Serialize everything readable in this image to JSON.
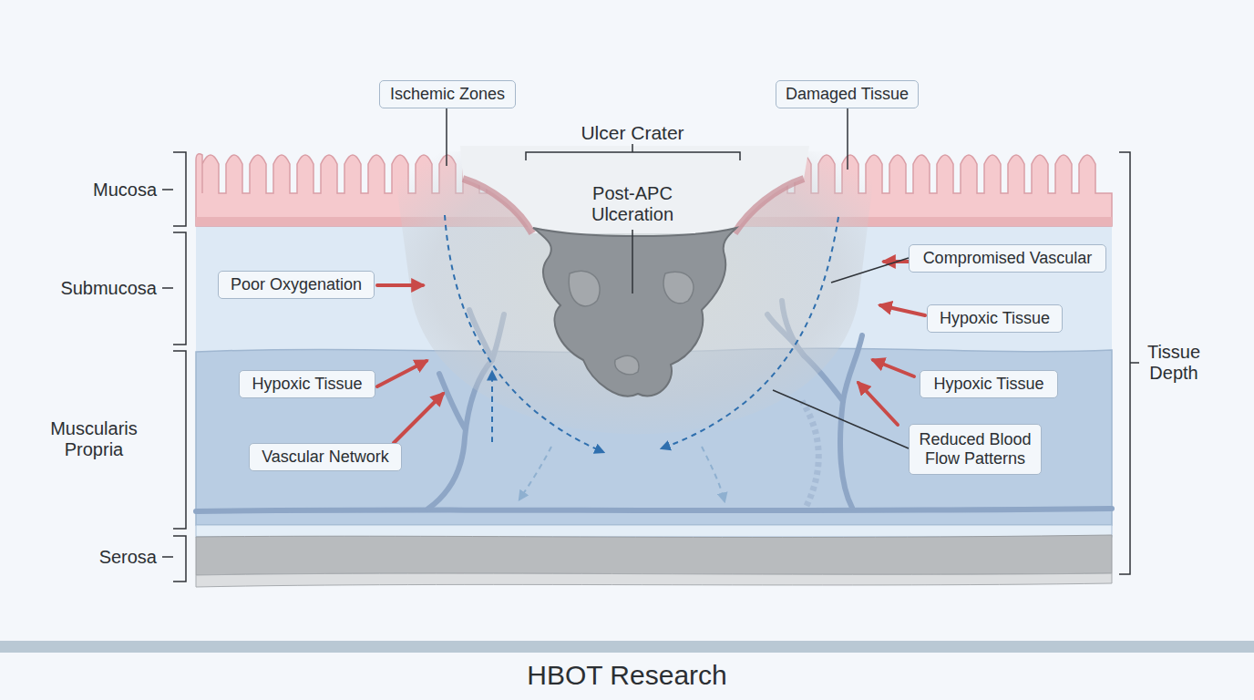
{
  "diagram": {
    "caption": "HBOT Research",
    "nodes": [
      {
        "text": [
          "Ischemic Zones"
        ]
      },
      {
        "text": [
          "Damaged Tissue"
        ]
      },
      {
        "text": [
          "Poor Oxygenation"
        ]
      },
      {
        "text": [
          "Compromised Vascular"
        ]
      },
      {
        "text": [
          "Hypoxic Tissue"
        ]
      },
      {
        "text": [
          "Hypoxic Tissue"
        ]
      },
      {
        "text": [
          "Hypoxic Tissue"
        ]
      },
      {
        "text": [
          "Vascular Network"
        ]
      },
      {
        "text": [
          "Reduced Blood Flow Patterns"
        ]
      }
    ],
    "labels": [
      "Ulcer Crater",
      "Post-APC Ulceration",
      "Mucosa",
      "Submucosa",
      "Muscularis Propria",
      "Serosa",
      "Tissue Depth"
    ]
  }
}
